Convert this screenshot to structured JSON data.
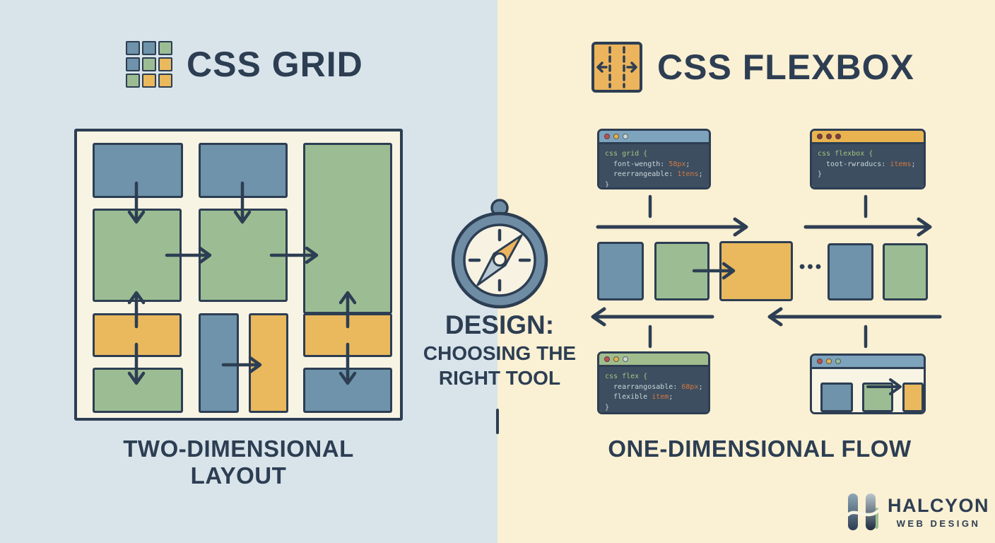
{
  "palette": {
    "navy": "#2d3e53",
    "left_bg": "#d8e4ea",
    "right_bg": "#faf0d3",
    "panel_bg": "#f8f4e4",
    "blue": "#6e93aa",
    "green": "#9cbd93",
    "yellow": "#eab95d",
    "window_body": "#3c4e60",
    "titlebar_blue": "#7ea3bc",
    "titlebar_yellow": "#e9b44f",
    "titlebar_green": "#a2bd8d",
    "code_green": "#a5c57f",
    "code_gray": "#ccd6da",
    "code_orange": "#d8793f"
  },
  "left": {
    "title": "CSS GRID",
    "caption": "TWO-DIMENSIONAL LAYOUT",
    "grid_icon_cells": [
      "blue",
      "blue",
      "green",
      "blue",
      "green",
      "yellow",
      "green",
      "yellow",
      "yellow"
    ]
  },
  "center": {
    "heading": "DESIGN:",
    "line2": "CHOOSING THE",
    "line3": "RIGHT TOOL"
  },
  "right": {
    "title": "CSS FLEXBOX",
    "caption": "ONE-DIMENSIONAL FLOW",
    "ellipsis": "•••",
    "code_windows": [
      {
        "name": "css-grid-code",
        "lines": [
          [
            {
              "t": "css grid {",
              "c": "g"
            }
          ],
          [
            {
              "t": "  font-wength: ",
              "c": "p"
            },
            {
              "t": "58px",
              "c": "o"
            },
            {
              "t": ";",
              "c": "p"
            }
          ],
          [
            {
              "t": "  reerrangeable: ",
              "c": "p"
            },
            {
              "t": "1tens",
              "c": "o"
            },
            {
              "t": ";",
              "c": "p"
            }
          ],
          [
            {
              "t": "}",
              "c": "p"
            }
          ]
        ]
      },
      {
        "name": "css-flexbox-code",
        "lines": [
          [
            {
              "t": "css flexbox {",
              "c": "g"
            }
          ],
          [
            {
              "t": "  toot-rwraducs: ",
              "c": "p"
            },
            {
              "t": "items",
              "c": "o"
            },
            {
              "t": ";",
              "c": "p"
            }
          ],
          [
            {
              "t": "}",
              "c": "p"
            }
          ]
        ]
      },
      {
        "name": "css-flex-code",
        "lines": [
          [
            {
              "t": "css flex {",
              "c": "g"
            }
          ],
          [
            {
              "t": "  rearrangosable: ",
              "c": "p"
            },
            {
              "t": "68px",
              "c": "o"
            },
            {
              "t": ";",
              "c": "p"
            }
          ],
          [
            {
              "t": "  flexible ",
              "c": "p"
            },
            {
              "t": "item",
              "c": "o"
            },
            {
              "t": ";",
              "c": "p"
            }
          ],
          [
            {
              "t": "}",
              "c": "p"
            }
          ]
        ]
      }
    ]
  },
  "logo": {
    "name": "HALCYON",
    "tagline": "WEB DESIGN"
  }
}
